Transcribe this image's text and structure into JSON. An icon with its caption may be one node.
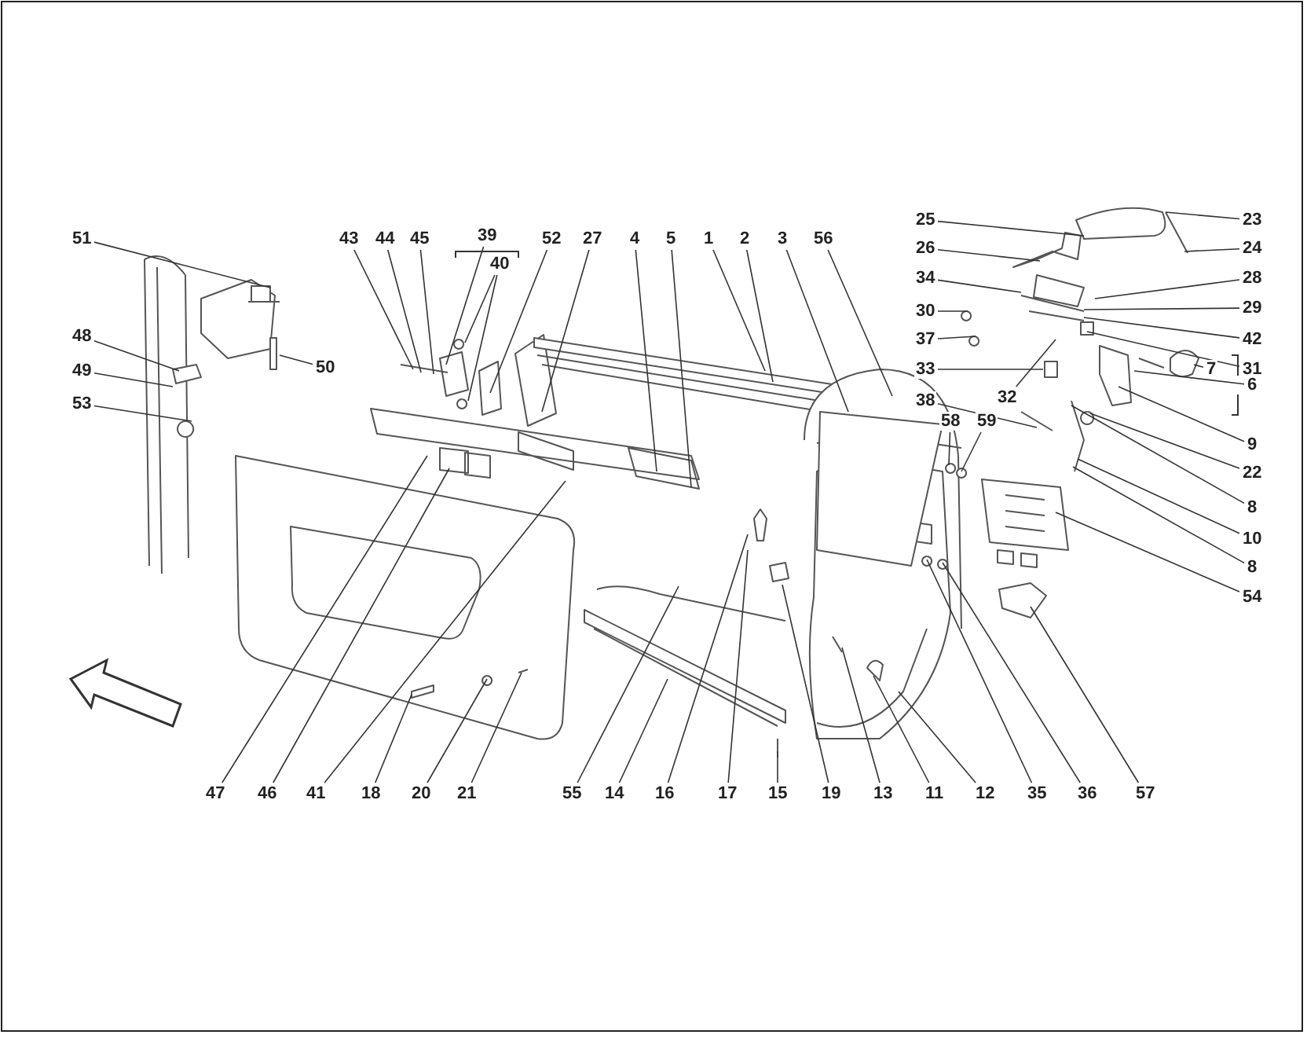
{
  "diagram": {
    "nodes": [
      {
        "text": [
          "51"
        ]
      },
      {
        "text": [
          "43"
        ]
      },
      {
        "text": [
          "44"
        ]
      },
      {
        "text": [
          "45"
        ]
      },
      {
        "text": [
          "39"
        ]
      },
      {
        "text": [
          "40"
        ]
      },
      {
        "text": [
          "52"
        ]
      },
      {
        "text": [
          "27"
        ]
      },
      {
        "text": [
          "4"
        ]
      },
      {
        "text": [
          "5"
        ]
      },
      {
        "text": [
          "1"
        ]
      },
      {
        "text": [
          "2"
        ]
      },
      {
        "text": [
          "3"
        ]
      },
      {
        "text": [
          "56"
        ]
      },
      {
        "text": [
          "25"
        ]
      },
      {
        "text": [
          "23"
        ]
      },
      {
        "text": [
          "26"
        ]
      },
      {
        "text": [
          "24"
        ]
      },
      {
        "text": [
          "34"
        ]
      },
      {
        "text": [
          "28"
        ]
      },
      {
        "text": [
          "30"
        ]
      },
      {
        "text": [
          "29"
        ]
      },
      {
        "text": [
          "37"
        ]
      },
      {
        "text": [
          "42"
        ]
      },
      {
        "text": [
          "33"
        ]
      },
      {
        "text": [
          "31"
        ]
      },
      {
        "text": [
          "32"
        ]
      },
      {
        "text": [
          "38"
        ]
      },
      {
        "text": [
          "7"
        ]
      },
      {
        "text": [
          "6"
        ]
      },
      {
        "text": [
          "9"
        ]
      },
      {
        "text": [
          "22"
        ]
      },
      {
        "text": [
          "8"
        ]
      },
      {
        "text": [
          "10"
        ]
      },
      {
        "text": [
          "8"
        ]
      },
      {
        "text": [
          "54"
        ]
      },
      {
        "text": [
          "58"
        ]
      },
      {
        "text": [
          "59"
        ]
      },
      {
        "text": [
          "48"
        ]
      },
      {
        "text": [
          "49"
        ]
      },
      {
        "text": [
          "53"
        ]
      },
      {
        "text": [
          "50"
        ]
      },
      {
        "text": [
          "47"
        ]
      },
      {
        "text": [
          "46"
        ]
      },
      {
        "text": [
          "41"
        ]
      },
      {
        "text": [
          "18"
        ]
      },
      {
        "text": [
          "20"
        ]
      },
      {
        "text": [
          "21"
        ]
      },
      {
        "text": [
          "55"
        ]
      },
      {
        "text": [
          "14"
        ]
      },
      {
        "text": [
          "16"
        ]
      },
      {
        "text": [
          "17"
        ]
      },
      {
        "text": [
          "15"
        ]
      },
      {
        "text": [
          "19"
        ]
      },
      {
        "text": [
          "13"
        ]
      },
      {
        "text": [
          "11"
        ]
      },
      {
        "text": [
          "12"
        ]
      },
      {
        "text": [
          "35"
        ]
      },
      {
        "text": [
          "36"
        ]
      },
      {
        "text": [
          "57"
        ]
      }
    ],
    "edges": [
      {
        "from": 0,
        "to": null,
        "arrow": "none"
      },
      {
        "from": 1,
        "to": null,
        "arrow": "none"
      },
      {
        "from": 2,
        "to": null,
        "arrow": "none"
      },
      {
        "from": 3,
        "to": null,
        "arrow": "none"
      },
      {
        "from": 4,
        "to": null,
        "arrow": "none"
      },
      {
        "from": 5,
        "to": null,
        "arrow": "none"
      },
      {
        "from": 5,
        "to": null,
        "arrow": "none"
      },
      {
        "from": 6,
        "to": null,
        "arrow": "none"
      },
      {
        "from": 7,
        "to": null,
        "arrow": "none"
      },
      {
        "from": 8,
        "to": null,
        "arrow": "none"
      },
      {
        "from": 9,
        "to": null,
        "arrow": "none"
      },
      {
        "from": 10,
        "to": null,
        "arrow": "none"
      },
      {
        "from": 11,
        "to": null,
        "arrow": "none"
      },
      {
        "from": 12,
        "to": null,
        "arrow": "none"
      },
      {
        "from": 13,
        "to": null,
        "arrow": "none"
      },
      {
        "from": 14,
        "to": null,
        "arrow": "none"
      },
      {
        "from": 15,
        "to": null,
        "arrow": "none"
      },
      {
        "from": 16,
        "to": null,
        "arrow": "none"
      },
      {
        "from": 17,
        "to": null,
        "arrow": "none"
      },
      {
        "from": 18,
        "to": null,
        "arrow": "none"
      },
      {
        "from": 19,
        "to": null,
        "arrow": "none"
      },
      {
        "from": 20,
        "to": null,
        "arrow": "none"
      },
      {
        "from": 21,
        "to": null,
        "arrow": "none"
      },
      {
        "from": 22,
        "to": null,
        "arrow": "none"
      },
      {
        "from": 23,
        "to": null,
        "arrow": "none"
      },
      {
        "from": 24,
        "to": null,
        "arrow": "none"
      },
      {
        "from": 25,
        "to": null,
        "arrow": "none"
      },
      {
        "from": 26,
        "to": null,
        "arrow": "none"
      },
      {
        "from": 27,
        "to": null,
        "arrow": "none"
      },
      {
        "from": 28,
        "to": null,
        "arrow": "none"
      },
      {
        "from": 29,
        "to": null,
        "arrow": "none"
      },
      {
        "from": 30,
        "to": null,
        "arrow": "none"
      },
      {
        "from": 31,
        "to": null,
        "arrow": "none"
      },
      {
        "from": 32,
        "to": null,
        "arrow": "none"
      },
      {
        "from": 33,
        "to": null,
        "arrow": "none"
      },
      {
        "from": 34,
        "to": null,
        "arrow": "none"
      },
      {
        "from": 35,
        "to": null,
        "arrow": "none"
      },
      {
        "from": 36,
        "to": null,
        "arrow": "none"
      },
      {
        "from": 37,
        "to": null,
        "arrow": "none"
      },
      {
        "from": 38,
        "to": null,
        "arrow": "none"
      },
      {
        "from": 39,
        "to": null,
        "arrow": "none"
      },
      {
        "from": 40,
        "to": null,
        "arrow": "none"
      },
      {
        "from": 41,
        "to": null,
        "arrow": "none"
      },
      {
        "from": 42,
        "to": null,
        "arrow": "none"
      },
      {
        "from": 43,
        "to": null,
        "arrow": "none"
      },
      {
        "from": 44,
        "to": null,
        "arrow": "none"
      },
      {
        "from": 45,
        "to": null,
        "arrow": "none"
      },
      {
        "from": 46,
        "to": null,
        "arrow": "none"
      },
      {
        "from": 47,
        "to": null,
        "arrow": "none"
      },
      {
        "from": 48,
        "to": null,
        "arrow": "none"
      },
      {
        "from": 49,
        "to": null,
        "arrow": "none"
      },
      {
        "from": 50,
        "to": null,
        "arrow": "none"
      },
      {
        "from": 51,
        "to": null,
        "arrow": "none"
      },
      {
        "from": 52,
        "to": null,
        "arrow": "none"
      },
      {
        "from": 53,
        "to": null,
        "arrow": "none"
      },
      {
        "from": 54,
        "to": null,
        "arrow": "none"
      },
      {
        "from": 55,
        "to": null,
        "arrow": "none"
      },
      {
        "from": 56,
        "to": null,
        "arrow": "none"
      },
      {
        "from": 57,
        "to": null,
        "arrow": "none"
      },
      {
        "from": 58,
        "to": null,
        "arrow": "none"
      },
      {
        "from": 59,
        "to": null,
        "arrow": "none"
      }
    ]
  }
}
